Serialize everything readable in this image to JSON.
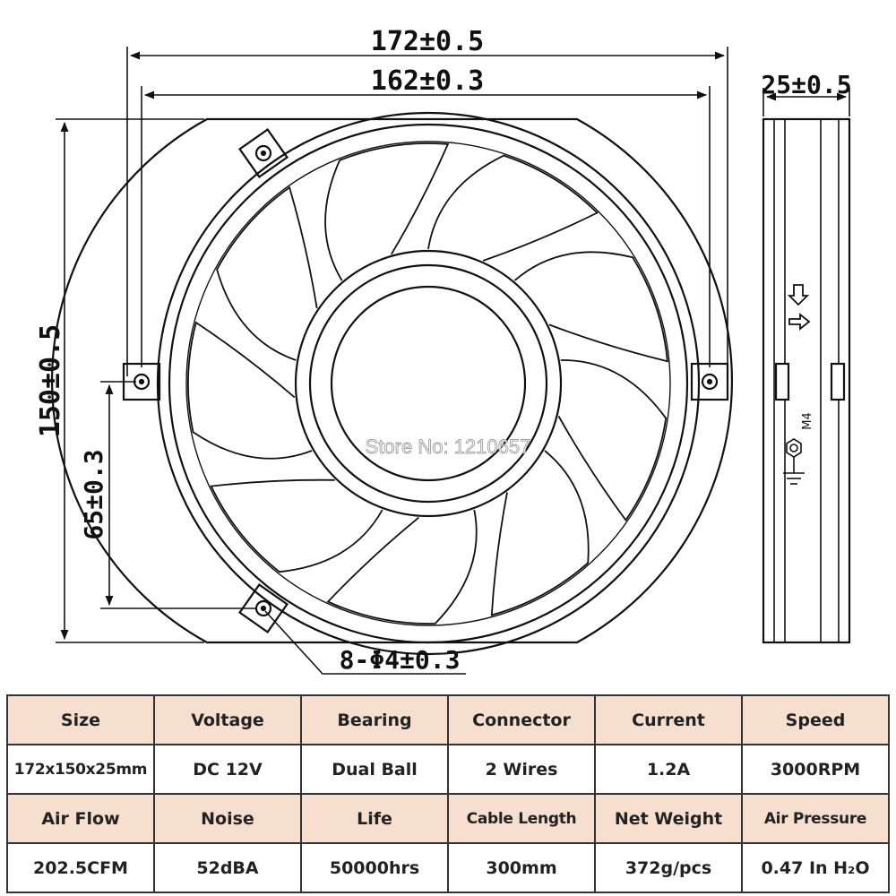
{
  "drawing": {
    "dim_width_outer": "172±0.5",
    "dim_width_holes": "162±0.3",
    "dim_depth": "25±0.5",
    "dim_height": "150±0.5",
    "dim_hole_spacing": "65±0.3",
    "dim_holes": "8-Φ4±0.3",
    "watermark": "Store No: 1210657",
    "ground_label": "M4",
    "blade_count": 9
  },
  "specs": {
    "headers_row1": [
      "Size",
      "Voltage",
      "Bearing",
      "Connector",
      "Current",
      "Speed"
    ],
    "values_row1": [
      "172x150x25mm",
      "DC 12V",
      "Dual Ball",
      "2 Wires",
      "1.2A",
      "3000RPM"
    ],
    "headers_row2": [
      "Air Flow",
      "Noise",
      "Life",
      "Cable Length",
      "Net Weight",
      "Air Pressure"
    ],
    "values_row2": [
      "202.5CFM",
      "52dBA",
      "50000hrs",
      "300mm",
      "372g/pcs",
      "0.47 In H₂O"
    ]
  },
  "colors": {
    "line": "#111111",
    "header_bg": "#f6dfcf",
    "border": "#333333"
  }
}
